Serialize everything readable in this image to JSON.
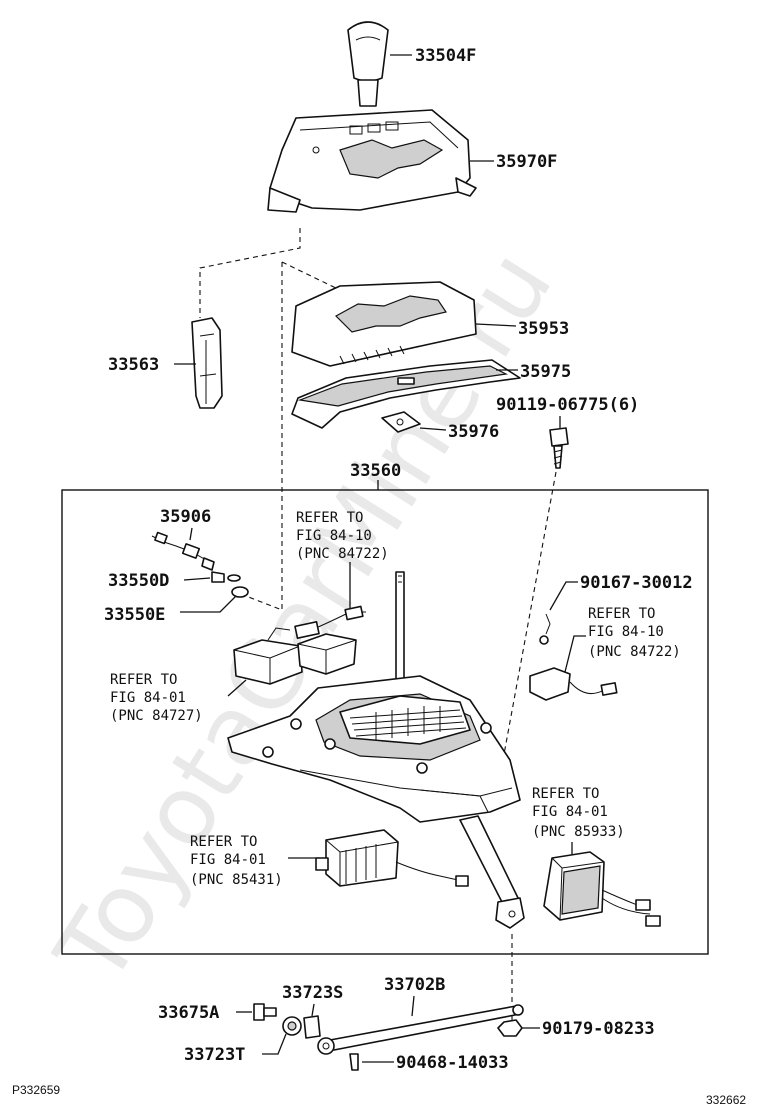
{
  "watermark": "ToyotaCarMine.ru",
  "parts": {
    "knob": "33504F",
    "indicator_housing": "35970F",
    "position_indicator": "35953",
    "slide_cover": "35975",
    "slide_cover_clip": "35976",
    "screw": "90119-06775(6)",
    "shift_lever_stop": "33563",
    "shift_lever_assy": "33560",
    "lever_sub_part": "35906",
    "knob_switch_d": "33550D",
    "knob_switch_e": "33550E",
    "bolt_upper": "90167-30012",
    "bolt_pin": "33675A",
    "bushing_s": "33723S",
    "bushing_t": "33723T",
    "control_rod": "33702B",
    "nut": "90179-08233",
    "clip": "90468-14033"
  },
  "references": {
    "ref1": [
      "REFER TO",
      "FIG 84-10",
      "(PNC 84722)"
    ],
    "ref2": [
      "REFER TO",
      "FIG 84-10",
      "(PNC 84722)"
    ],
    "ref3": [
      "REFER TO",
      "FIG 84-01",
      "(PNC 84727)"
    ],
    "ref4": [
      "REFER TO",
      "FIG 84-01",
      "(PNC 85933)"
    ],
    "ref5": [
      "REFER TO",
      "FIG 84-01",
      "(PNC 85431)"
    ]
  },
  "footer": {
    "left_code": "P332659",
    "right_code": "332662"
  }
}
